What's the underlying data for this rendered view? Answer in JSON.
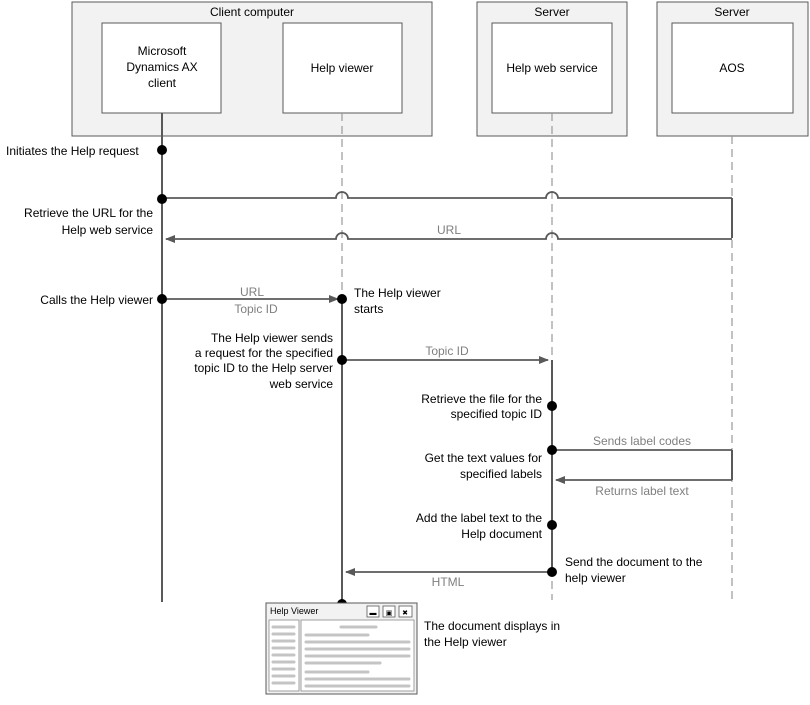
{
  "participants": {
    "client_computer_label": "Client computer",
    "server1_label": "Server",
    "server2_label": "Server",
    "ax_client": [
      "Microsoft",
      "Dynamics AX",
      "client"
    ],
    "help_viewer": "Help viewer",
    "help_web_service": "Help web service",
    "aos": "AOS"
  },
  "notes": {
    "initiates": "Initiates the Help request",
    "retrieve_url": [
      "Retrieve the URL for the",
      "Help web service"
    ],
    "calls_viewer": "Calls the Help viewer",
    "viewer_starts": [
      "The Help viewer",
      "starts"
    ],
    "viewer_sends": [
      "The Help viewer sends",
      "a request for the specified",
      "topic ID to the Help server",
      "web service"
    ],
    "retrieve_file": [
      "Retrieve the file for the",
      "specified topic ID"
    ],
    "get_text": [
      "Get the text values for",
      "specified labels"
    ],
    "add_label": [
      "Add the label text to the",
      "Help document"
    ],
    "send_doc": [
      "Send the document to the",
      "help viewer"
    ],
    "doc_displays": [
      "The document displays in",
      "the Help viewer"
    ]
  },
  "messages": {
    "url_return": "URL",
    "url_to_viewer": "URL",
    "topic_id_to_viewer": "Topic ID",
    "topic_id_request": "Topic ID",
    "sends_label_codes": "Sends label codes",
    "returns_label_text": "Returns label text",
    "html": "HTML"
  },
  "window": {
    "title": "Help Viewer",
    "minimize_symbol": "▬",
    "maximize_symbol": "▣",
    "close_symbol": "✖"
  },
  "colors": {
    "box_fill": "#f2f2f2",
    "border": "#595959",
    "label_gray": "#7f7f7f",
    "dashed": "#9a9a9a"
  }
}
